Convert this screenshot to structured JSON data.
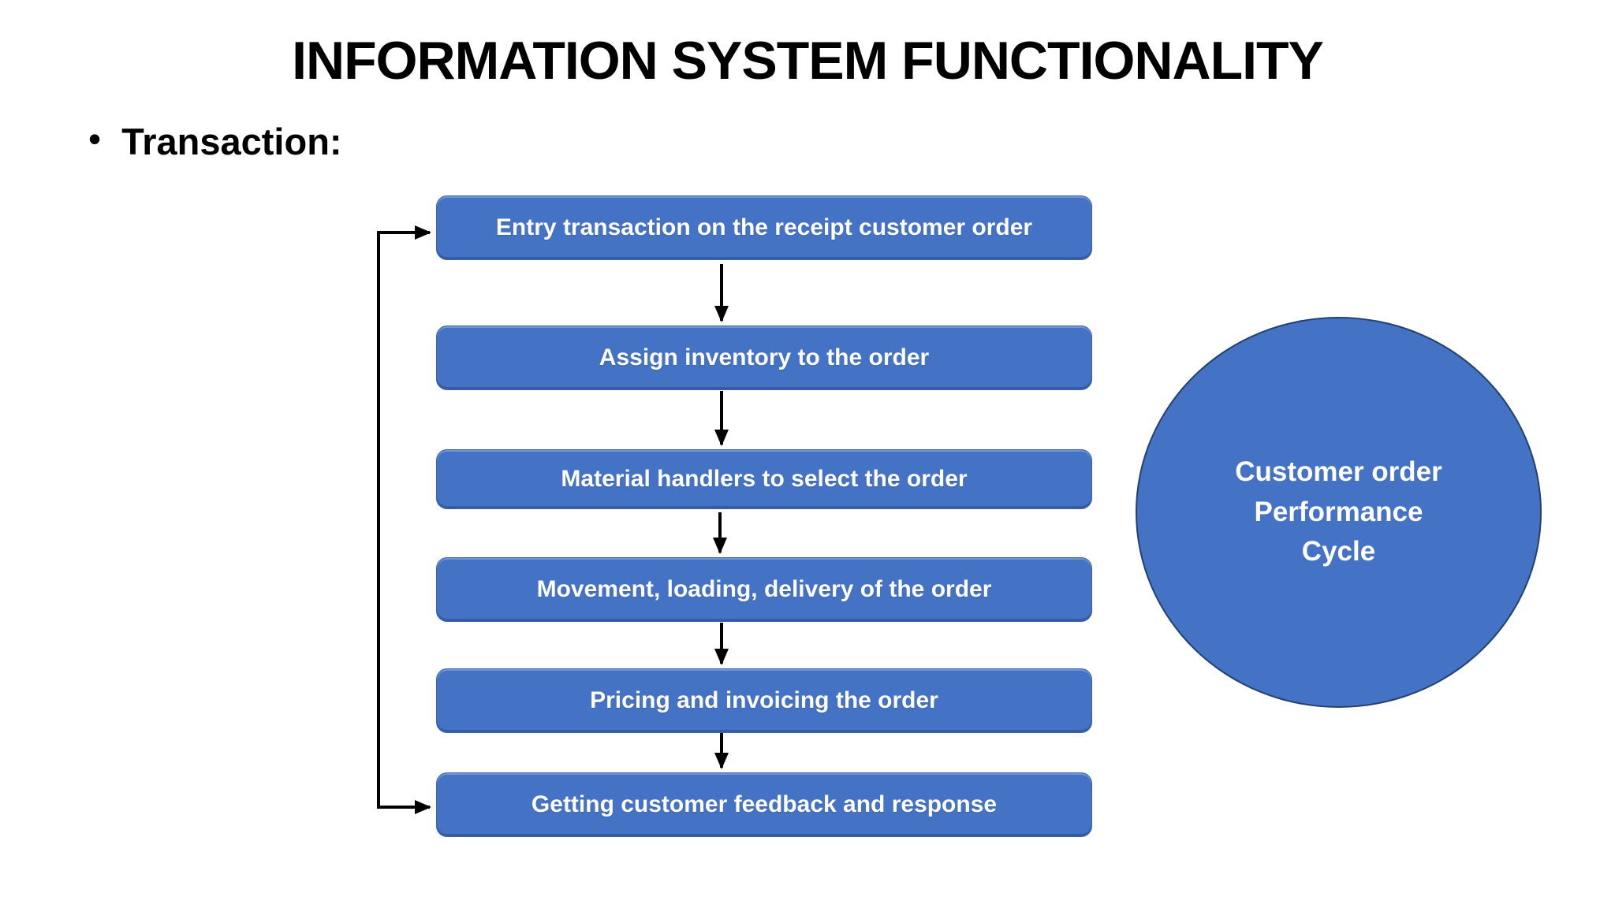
{
  "slide": {
    "title": "INFORMATION SYSTEM FUNCTIONALITY",
    "bullet_marker": "•",
    "bullet": "Transaction:"
  },
  "flowchart": {
    "steps": [
      {
        "label": "Entry transaction on the receipt customer order"
      },
      {
        "label": "Assign inventory to the order"
      },
      {
        "label": "Material handlers to select the order"
      },
      {
        "label": "Movement, loading, delivery of the order"
      },
      {
        "label": "Pricing and invoicing the order"
      },
      {
        "label": "Getting customer feedback and response"
      }
    ],
    "flow_direction": "top-to-bottom",
    "feedback_loop": "left side line linking first and last step, arrowheads into both"
  },
  "circle": {
    "label_lines": [
      "Customer order",
      "Performance",
      "Cycle"
    ]
  },
  "colors": {
    "shape_fill": "#4472C4",
    "shape_border": "#2F528F",
    "text_on_shape": "#FFFFFF",
    "arrow": "#000000",
    "title_text": "#000000",
    "background": "#FFFFFF"
  }
}
